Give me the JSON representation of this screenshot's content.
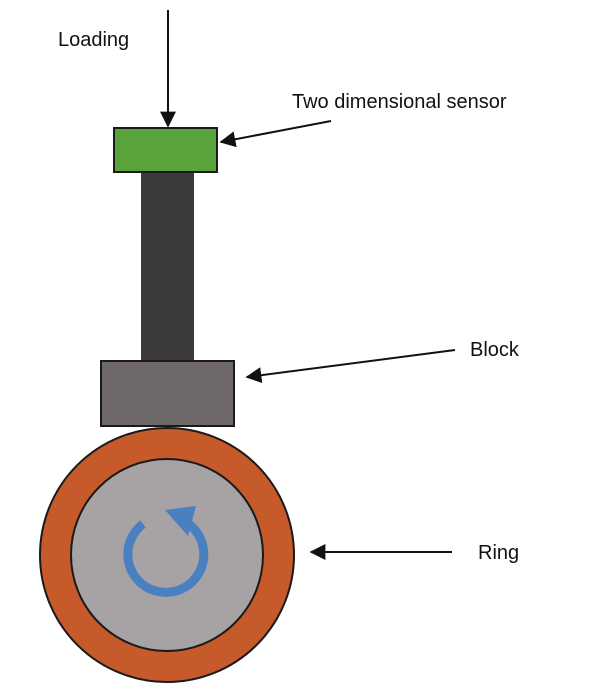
{
  "labels": {
    "loading": "Loading",
    "sensor": "Two dimensional sensor",
    "block": "Block",
    "ring": "Ring"
  },
  "colors": {
    "sensor": "#5aa33a",
    "shaft": "#3d3a3b",
    "block": "#6e6869",
    "ring_outer": "#c75a2a",
    "ring_inner": "#a7a3a4",
    "rotation_arrow": "#4a7fc0",
    "lines": "#111111"
  },
  "icons": {
    "rotation": "clockwise-rotation-arrow-icon"
  }
}
